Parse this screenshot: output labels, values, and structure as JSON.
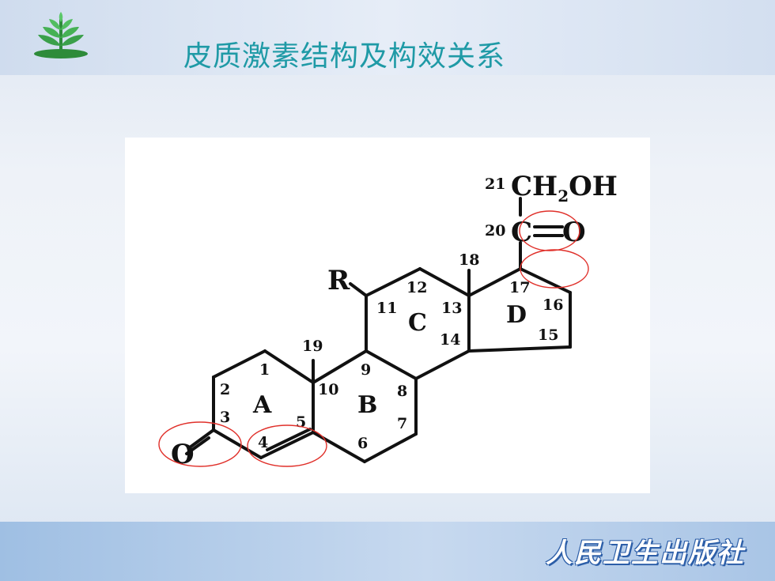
{
  "slide": {
    "title": "皮质激素结构及构效关系",
    "publisher": "人民卫生出版社"
  },
  "diagram": {
    "substituent": "R",
    "atom_O": "O",
    "atom_C": "C",
    "group_CH2OH": {
      "main": "CH",
      "sub": "2",
      "tail": "OH"
    },
    "ring_labels": [
      "A",
      "B",
      "C",
      "D"
    ],
    "carbon_numbers": [
      "1",
      "2",
      "3",
      "4",
      "5",
      "6",
      "7",
      "8",
      "9",
      "10",
      "11",
      "12",
      "13",
      "14",
      "15",
      "16",
      "17",
      "18",
      "19",
      "20",
      "21"
    ]
  },
  "colors": {
    "title": "#1f9aa6",
    "highlight_circle": "#e0302a"
  }
}
